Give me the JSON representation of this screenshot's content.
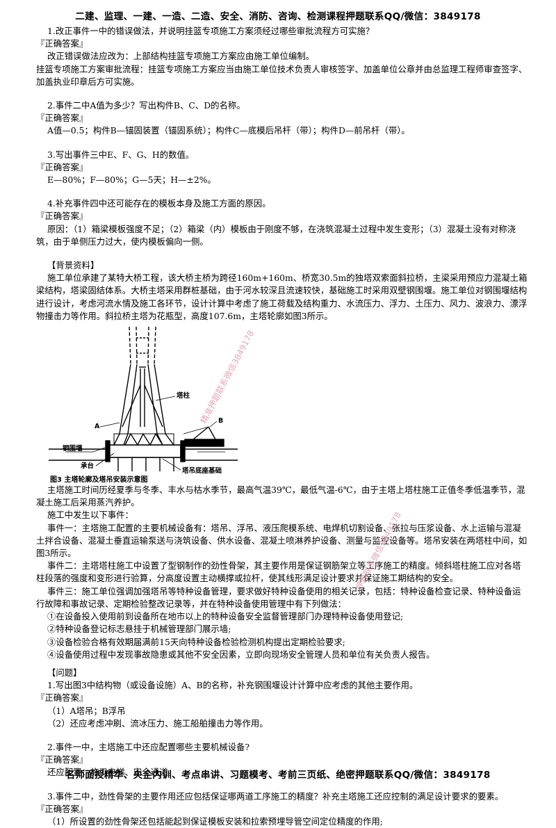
{
  "header": "二建、监理、一建、一造、二造、安全、消防、咨询、检测课程押题联系QQ/微信：3849178",
  "footer": "名师面授精华、央企内训、考点串讲、习题模考、考前三页纸、绝密押题联系QQ/微信：3849178",
  "watermarks": [
    "精准押题联系微信3849178",
    "押题联系微信3849178"
  ],
  "answer_label": "『正确答案』",
  "part1": [
    {
      "question": "1.改正事件一中的错误做法，并说明挂篮专项施工方案须经过哪些审批流程方可实施？",
      "answers": [
        "改正错误做法应改为：上部结构挂篮专项施工方案应由施工单位编制。",
        "挂篮专项施工方案审批流程：挂篮专项施工方案应当由施工单位技术负责人审核签字、加盖单位公章并由总监理工程师审查签字、加盖执业印章后方可实施。"
      ]
    },
    {
      "question": "2.事件二中A值为多少？写出构件B、C、D的名称。",
      "answers": [
        "A值—0.5；构件B—锚固装置（锚固系统）；构件C—底模后吊杆（带）；构件D—前吊杆（带）。"
      ]
    },
    {
      "question": "3.写出事件三中E、F、G、H的数值。",
      "answers": [
        "E—80%；F—80%；G—5天；H—±2%。"
      ]
    },
    {
      "question": "4.补充事件四中还可能存在的模板本身及施工方面的原因。",
      "answers": [
        "原因：（1）箱梁模板强度不足；（2）箱梁（内）模板由于刚度不够，在浇筑混凝土过程中发生变形；（3）混凝土没有对称浇筑，由于单侧压力过大，使内模板偏向一侧。"
      ]
    }
  ],
  "background_title": "【背景资料】",
  "background_text": "施工单位承建了某特大桥工程，该大桥主桥为跨径160m+160m、桥宽30.5m的独塔双索面斜拉桥，主梁采用预应力混凝土箱梁结构，塔梁固结体系。大桥主塔采用群桩基础，由于河水较深且流速较快，基础施工时采用双壁钢围堰。施工单位对钢围堰结构进行设计，考虑河流水情及施工各环节，设计计算中考虑了施工荷载及结构重力、水流压力、浮力、土压力、风力、波浪力、漂浮物撞击力等作用。斜拉桥主塔为花瓶型，高度107.6m，主塔轮廓如图3所示。",
  "figure": {
    "labels": {
      "tower": "塔柱",
      "A": "A",
      "B": "B",
      "cofferdam": "钢围堰",
      "pile_cap": "承台",
      "crane_base": "塔吊底座基础"
    },
    "caption": "图3  主塔轮廓及塔吊安装示意图"
  },
  "after_figure": [
    "主塔施工时间历经夏季与冬季、丰水与枯水季节，最高气温39℃，最低气温-6℃，由于主塔上塔柱施工正值冬季低温季节，混凝土施工后采用蒸汽养护。",
    "施工中发生以下事件：",
    "事件一：主塔施工配置的主要机械设备有：塔吊、浮吊、液压爬模系统、电焊机切割设备、张拉与压浆设备、水上运输与混凝土拌合设备、混凝土垂直运输泵送与浇筑设备、供水设备、混凝土喷淋养护设备、测量与监控设备等。塔吊安装在两塔柱中间，如图3所示。",
    "事件二：主塔塔柱施工中设置了型钢制作的劲性骨架，其主要作用是保证钢筋架立等工序施工的精度。倾斜塔柱施工应对各塔柱段落的强度和变形进行验算，分高度设置主动横撑或拉杆，使其线形满足设计要求并保证施工期结构的安全。",
    "事件三：施工单位强调加强塔吊等特种设备管理，要求做好特种设备使用的相关记录，包括：特种设备检查记录、特种设备运行故障和事故记录、定期检验整改记录等，并在特种设备使用管理中有下列做法："
  ],
  "list_items": [
    "①在设备投入使用前到设备所在地市以上的特种设备安全监督管理部门办理特种设备使用登记;",
    "②特种设备登记标志悬挂于机械管理部门展示墙;",
    "③设备检验合格有效期届满前15天向特种设备检验检测机构提出定期检验要求;",
    "④设备使用过程中发现事故隐患或其他不安全因素，立即向现场安全管理人员和单位有关负责人报告。"
  ],
  "questions_title": "【问题】",
  "part2": [
    {
      "question": "1.写出图3中结构物（或设备设施）A、B的名称，补充钢围堰设计计算中应考虑的其他主要作用。",
      "answers": [
        "（1）A塔吊；B浮吊",
        "（2）还应考虑冲刷、流冰压力、施工船舶撞击力等作用。"
      ]
    },
    {
      "question": "2.事件一中，主塔施工中还应配置哪些主要机械设备?",
      "answers": [
        "还应配置：施工电梯、安全通道。"
      ]
    },
    {
      "question": "3.事件二中，劲性骨架的主要作用还应包括保证哪两道工序施工的精度？补充主塔施工还应控制的满足设计要求的要素。",
      "answers": [
        "（1）所设置的劲性骨架还包括能起到保证模板安装和拉索预埋导管空间定位精度的作用;"
      ]
    }
  ]
}
